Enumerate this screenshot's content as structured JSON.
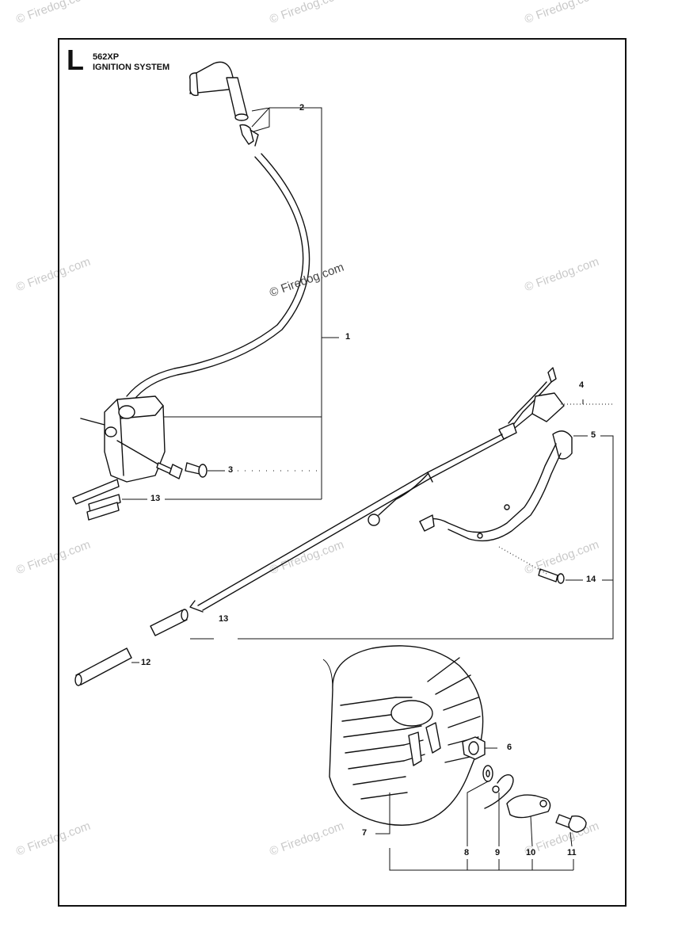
{
  "header": {
    "section_letter": "L",
    "model": "562XP",
    "title": "IGNITION SYSTEM"
  },
  "watermark": {
    "text": "© Firedog.com",
    "color": "#c9c9c9"
  },
  "callouts": {
    "c1": "1",
    "c2": "2",
    "c3": "3",
    "c4": "4",
    "c5": "5",
    "c6": "6",
    "c7": "7",
    "c8": "8",
    "c9": "9",
    "c10": "10",
    "c11": "11",
    "c12": "12",
    "c13a": "13",
    "c13b": "13",
    "c14": "14"
  }
}
